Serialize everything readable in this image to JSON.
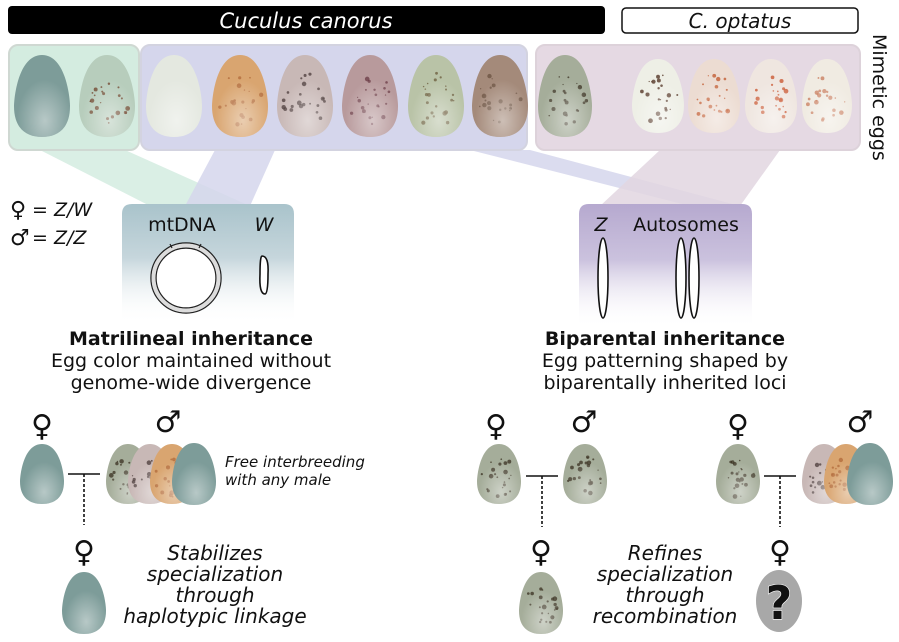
{
  "header": {
    "species_main": "Cuculus canorus",
    "species_alt": "C. optatus",
    "side_label": "Mimetic eggs"
  },
  "legend": {
    "female_symbol": "♀",
    "male_symbol": "♂",
    "female_def": "= Z/W",
    "male_def": "= Z/Z"
  },
  "colors": {
    "green_group": "#d4ece0",
    "lavender_group": "#d5d6ec",
    "mauve_group": "#e5d9e3",
    "mt_box": "#a9c3cb",
    "auto_box": "#b9acd0",
    "banner_black": "#000000",
    "qmark_egg": "#a8a8a8"
  },
  "eggs_row": [
    {
      "name": "blue-egg",
      "base": "#7d9c99",
      "spots": "none"
    },
    {
      "name": "green-speckled-egg",
      "base": "#b7cdbc",
      "spots": "#6a3a22"
    },
    {
      "name": "white-egg",
      "base": "#e4e8e0",
      "spots": "none"
    },
    {
      "name": "buff-egg",
      "base": "#d9a570",
      "spots": "#b06a3a"
    },
    {
      "name": "grey-veined-egg",
      "base": "#c8b8b6",
      "spots": "#4a3a38"
    },
    {
      "name": "purple-mottled-egg",
      "base": "#b89a9c",
      "spots": "#6a3a44"
    },
    {
      "name": "green-grey-egg",
      "base": "#b9c3a7",
      "spots": "#6a5a3a"
    },
    {
      "name": "brown-mottled-egg",
      "base": "#a48a7a",
      "spots": "#6a5040"
    },
    {
      "name": "grey-speckled-egg",
      "base": "#a5ad9a",
      "spots": "#3a3020"
    },
    {
      "name": "optatus-white-egg",
      "base": "#eeefe6",
      "spots": "#4a2a1a"
    },
    {
      "name": "optatus-red-speckled-egg-1",
      "base": "#ecdcd2",
      "spots": "#c0552a"
    },
    {
      "name": "optatus-red-speckled-egg-2",
      "base": "#efe6e0",
      "spots": "#c8502a"
    },
    {
      "name": "optatus-pale-speckled-egg",
      "base": "#f0ebe2",
      "spots": "#c87a5a"
    }
  ],
  "genome": {
    "mt_label": "mtDNA",
    "w_label": "W",
    "z_label": "Z",
    "auto_label": "Autosomes"
  },
  "left_panel": {
    "title": "Matrilineal inheritance",
    "subtitle_1": "Egg color maintained without",
    "subtitle_2": "genome-wide divergence",
    "cross_note_1": "Free interbreeding",
    "cross_note_2": "with any male",
    "outcome_1": "Stabilizes",
    "outcome_2": "specialization",
    "outcome_3": "through",
    "outcome_4": "haplotypic linkage"
  },
  "right_panel": {
    "title": "Biparental inheritance",
    "subtitle_1": "Egg patterning shaped by",
    "subtitle_2": "biparentally inherited loci",
    "outcome_1": "Refines",
    "outcome_2": "specialization",
    "outcome_3": "through",
    "outcome_4": "recombination",
    "unknown_mark": "?"
  }
}
